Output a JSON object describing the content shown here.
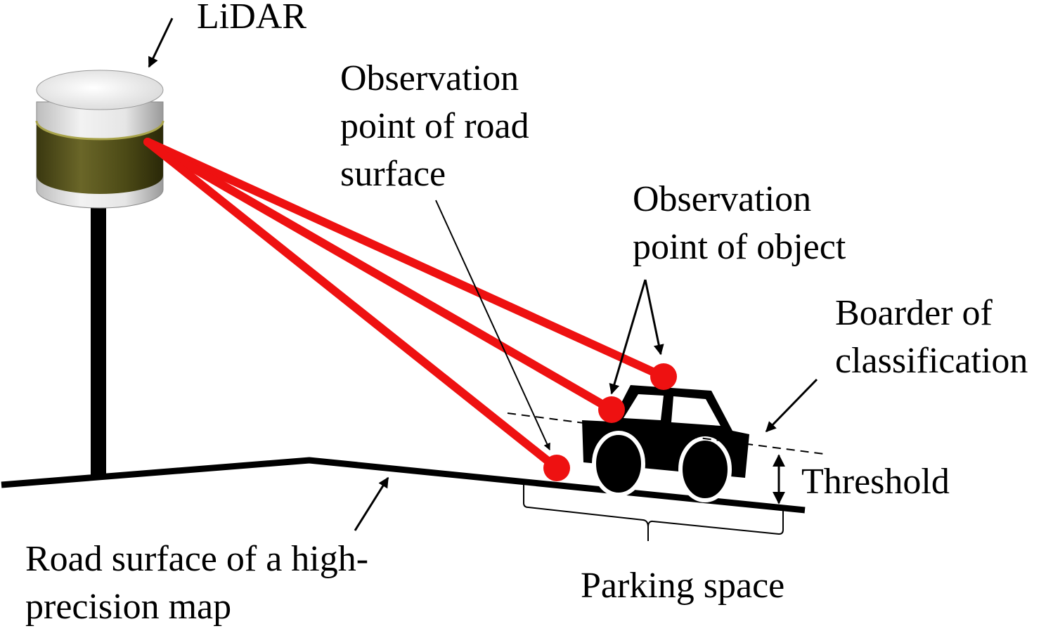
{
  "labels": {
    "lidar": "LiDAR",
    "road_point": [
      "Observation",
      "point of road",
      "surface"
    ],
    "object_point": [
      "Observation",
      "point of object"
    ],
    "border": [
      "Boarder of",
      "classification"
    ],
    "threshold": "Threshold",
    "road_surface": [
      "Road surface of a high-",
      "precision map"
    ],
    "parking": "Parking space"
  },
  "colors": {
    "beam": "#ee1111",
    "ink": "#000000",
    "sensor_band": "#4c4a16",
    "sensor_cap": "#e6e6e6"
  }
}
